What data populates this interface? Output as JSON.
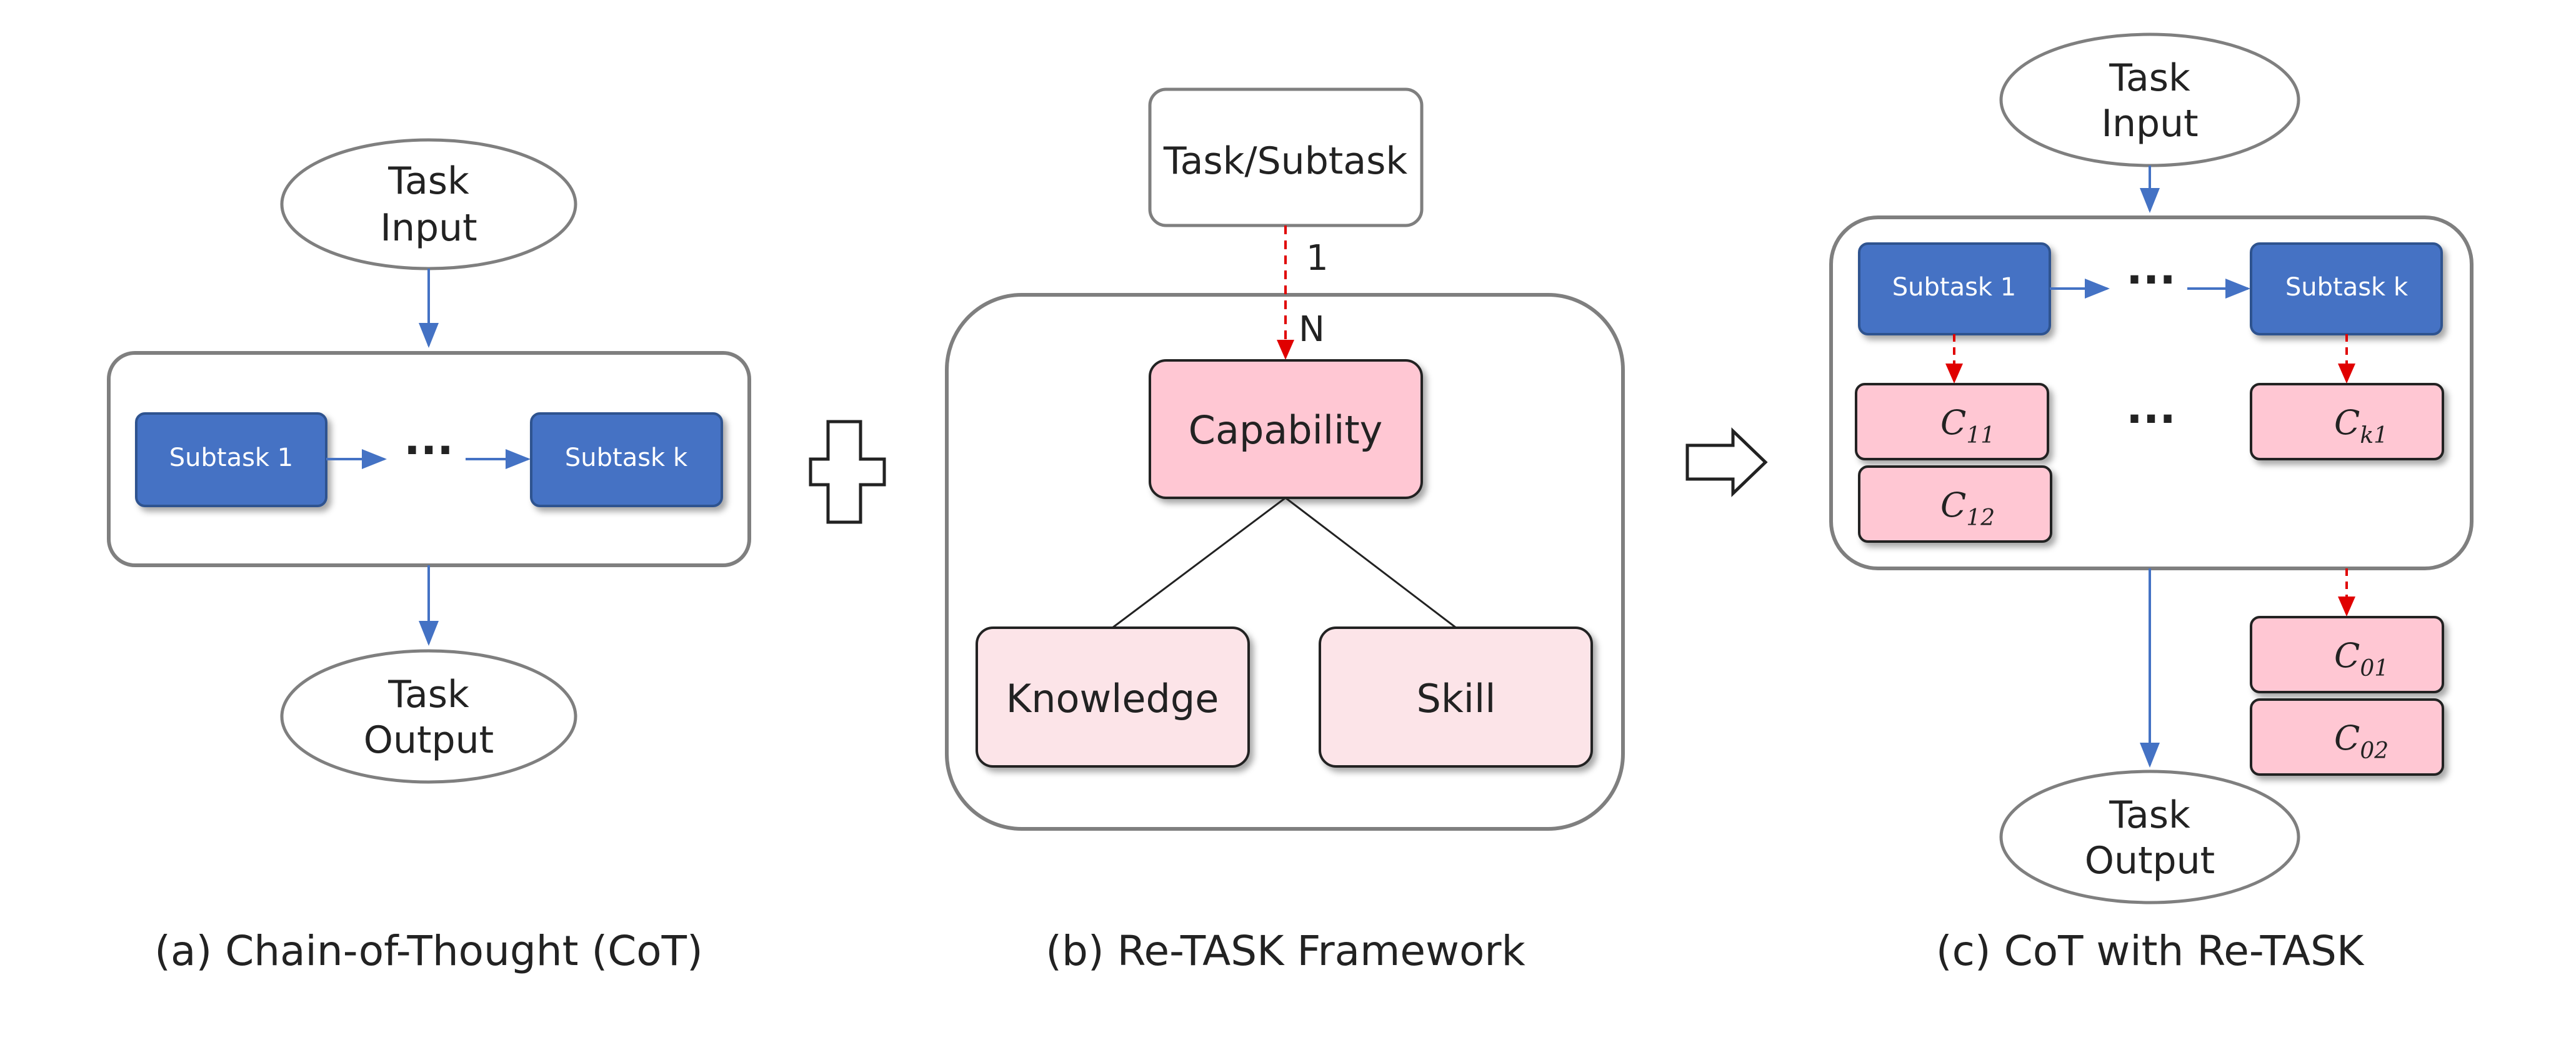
{
  "colors": {
    "blue_fill": "#4472C4",
    "blue_stroke": "#2F528F",
    "blue_arrow": "#4472C4",
    "red_dashed": "#E00000",
    "pink_fill": "#FFC7D3",
    "light_pink_fill": "#FCE4E8",
    "container_stroke": "#7F7F7F"
  },
  "panel_a": {
    "caption": "(a) Chain-of-Thought (CoT)",
    "input_line1": "Task",
    "input_line2": "Input",
    "subtask_first": "Subtask 1",
    "ellipsis": "···",
    "subtask_last": "Subtask k",
    "output_line1": "Task",
    "output_line2": "Output"
  },
  "panel_b": {
    "caption": "(b) Re-TASK Framework",
    "task_box": "Task/Subtask",
    "cardinality_one": "1",
    "cardinality_many": "N",
    "capability": "Capability",
    "knowledge": "Knowledge",
    "skill": "Skill"
  },
  "panel_c": {
    "caption": "(c) CoT with Re-TASK",
    "input_line1": "Task",
    "input_line2": "Input",
    "subtask_first": "Subtask 1",
    "ellipsis_top": "···",
    "subtask_last": "Subtask k",
    "c11": {
      "base": "C",
      "sub": "11"
    },
    "c12": {
      "base": "C",
      "sub": "12"
    },
    "ellipsis_mid": "···",
    "ck1": {
      "base": "C",
      "sub": "k1"
    },
    "c01": {
      "base": "C",
      "sub": "01"
    },
    "c02": {
      "base": "C",
      "sub": "02"
    },
    "output_line1": "Task",
    "output_line2": "Output"
  },
  "operators": {
    "plus": "plus-icon",
    "implies": "arrow-right-icon"
  }
}
